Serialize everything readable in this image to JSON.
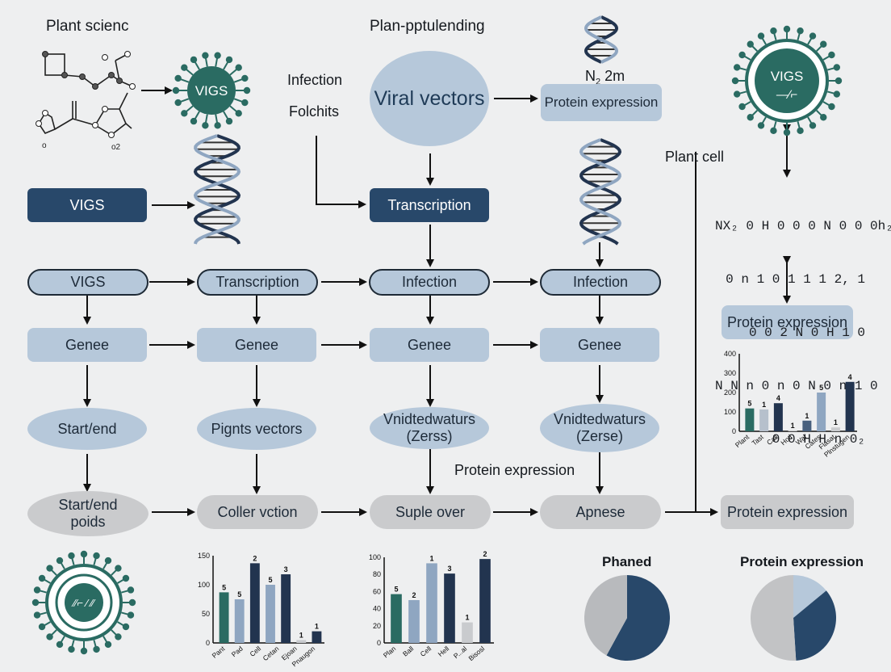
{
  "labels": {
    "plant_science": "Plant scienc",
    "plan_heading": "Plan-pptulending",
    "infection": "Infection",
    "folchits": "Folchits",
    "n2_label": "N",
    "n2_sub": "2",
    "n2_rest": " 2m",
    "plant_cell": "Plant cell",
    "protein_expression_mid": "Protein expression",
    "phaned": "Phaned",
    "protein_expression_pie": "Protein expression",
    "vigs_circle_top": "VIGS",
    "vigs_circle_right": "VIGS",
    "vigs_circle_right_sub": "—∕⌐",
    "vigs_circle_bottom": "⁄∕⌐ ⁄ ⁄⁄"
  },
  "nodes": {
    "viral_vectors": "Viral vectors",
    "protein_expression_top": "Protein expression",
    "vigs_dark": "VIGS",
    "transcription_dark": "Transcription",
    "row3": [
      "VIGS",
      "Transcription",
      "Infection",
      "Infection"
    ],
    "row4": [
      "Genee",
      "Genee",
      "Genee",
      "Genee"
    ],
    "row5": [
      "Start/end",
      "Pignts vectors",
      "Vnidtedwaturs (Zerss)",
      "Vnidtedwaturs (Zerse)"
    ],
    "row6": [
      "Start/end poids",
      "Coller vction",
      "Suple over",
      "Apnese",
      "Protein expression"
    ],
    "protein_expression_right": "Protein expression"
  },
  "matrix_lines": [
    "NX₂ 0 H 0 0 0 N 0 0 0h₂",
    "0 n 1 0 1 1 1 2, 1",
    "0 0 2 N 0 H 1 0",
    "N N n 0 n 0 N 0 n 1 0",
    "0 0 H H n 0₂"
  ],
  "colors": {
    "dark_blue": "#28486a",
    "light_blue": "#b6c8da",
    "teal": "#2a6b62",
    "navy": "#22344f",
    "gray_node": "#cacbcd",
    "steel": "#8fa6c1"
  },
  "chart_data": [
    {
      "type": "bar",
      "categories": [
        "Pant",
        "Pad",
        "Cell",
        "Cetan",
        "Ejoan",
        "Pnaugon"
      ],
      "values": [
        87,
        75,
        137,
        100,
        118,
        5,
        20
      ],
      "bar_labels": [
        "5",
        "5",
        "2",
        "5",
        "3",
        "1",
        "1"
      ],
      "ylim": [
        0,
        150
      ],
      "yticks": [
        "0",
        "50",
        "100",
        "150"
      ]
    },
    {
      "type": "bar",
      "categories": [
        "Plan",
        "Ball",
        "Cell",
        "Hell",
        "P...al",
        "Bisosl"
      ],
      "values": [
        57,
        50,
        93,
        81,
        24,
        98
      ],
      "bar_labels": [
        "5",
        "2",
        "1",
        "3",
        "1",
        "2"
      ],
      "ylim": [
        0,
        100
      ],
      "yticks": [
        "0",
        "20",
        "40",
        "60",
        "80",
        "100"
      ]
    },
    {
      "type": "bar",
      "categories": [
        "Plant",
        "Tast",
        "Cail",
        "Hotl",
        "Wal",
        "Cates",
        "Flasat",
        "Plnstugen"
      ],
      "values": [
        118,
        113,
        145,
        5,
        55,
        200,
        20,
        255
      ],
      "bar_labels": [
        "5",
        "1",
        "4",
        "1",
        "1",
        "5",
        "1",
        "4"
      ],
      "ylim": [
        0,
        400
      ],
      "yticks": [
        "0",
        "100",
        "200",
        "300",
        "400"
      ]
    },
    {
      "type": "pie",
      "title": "Phaned",
      "values": [
        58,
        42
      ]
    },
    {
      "type": "pie",
      "title": "Protein expression",
      "values": [
        14,
        35,
        51
      ]
    }
  ]
}
